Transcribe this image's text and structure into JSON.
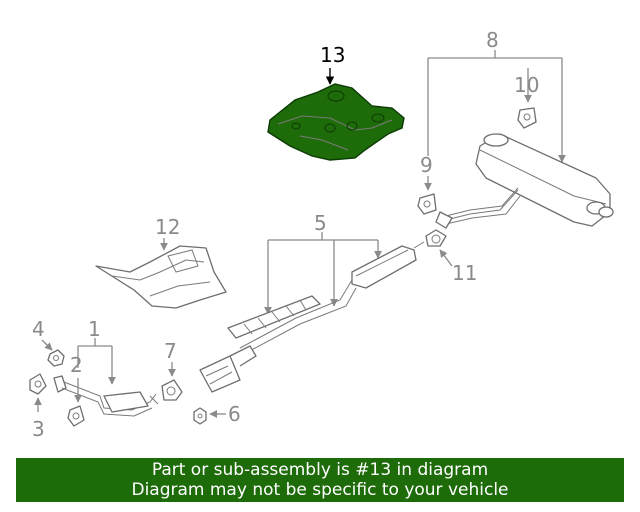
{
  "callouts": {
    "c1": "1",
    "c2": "2",
    "c3": "3",
    "c4": "4",
    "c5": "5",
    "c6": "6",
    "c7": "7",
    "c8": "8",
    "c9": "9",
    "c10": "10",
    "c11": "11",
    "c12": "12",
    "c13": "13"
  },
  "highlight": {
    "part": "13",
    "color": "#1e6b0a"
  },
  "banner": {
    "line1": "Part or sub-assembly is #13 in diagram",
    "line2": "Diagram may not be specific to your vehicle",
    "color": "#1e6b0a"
  }
}
